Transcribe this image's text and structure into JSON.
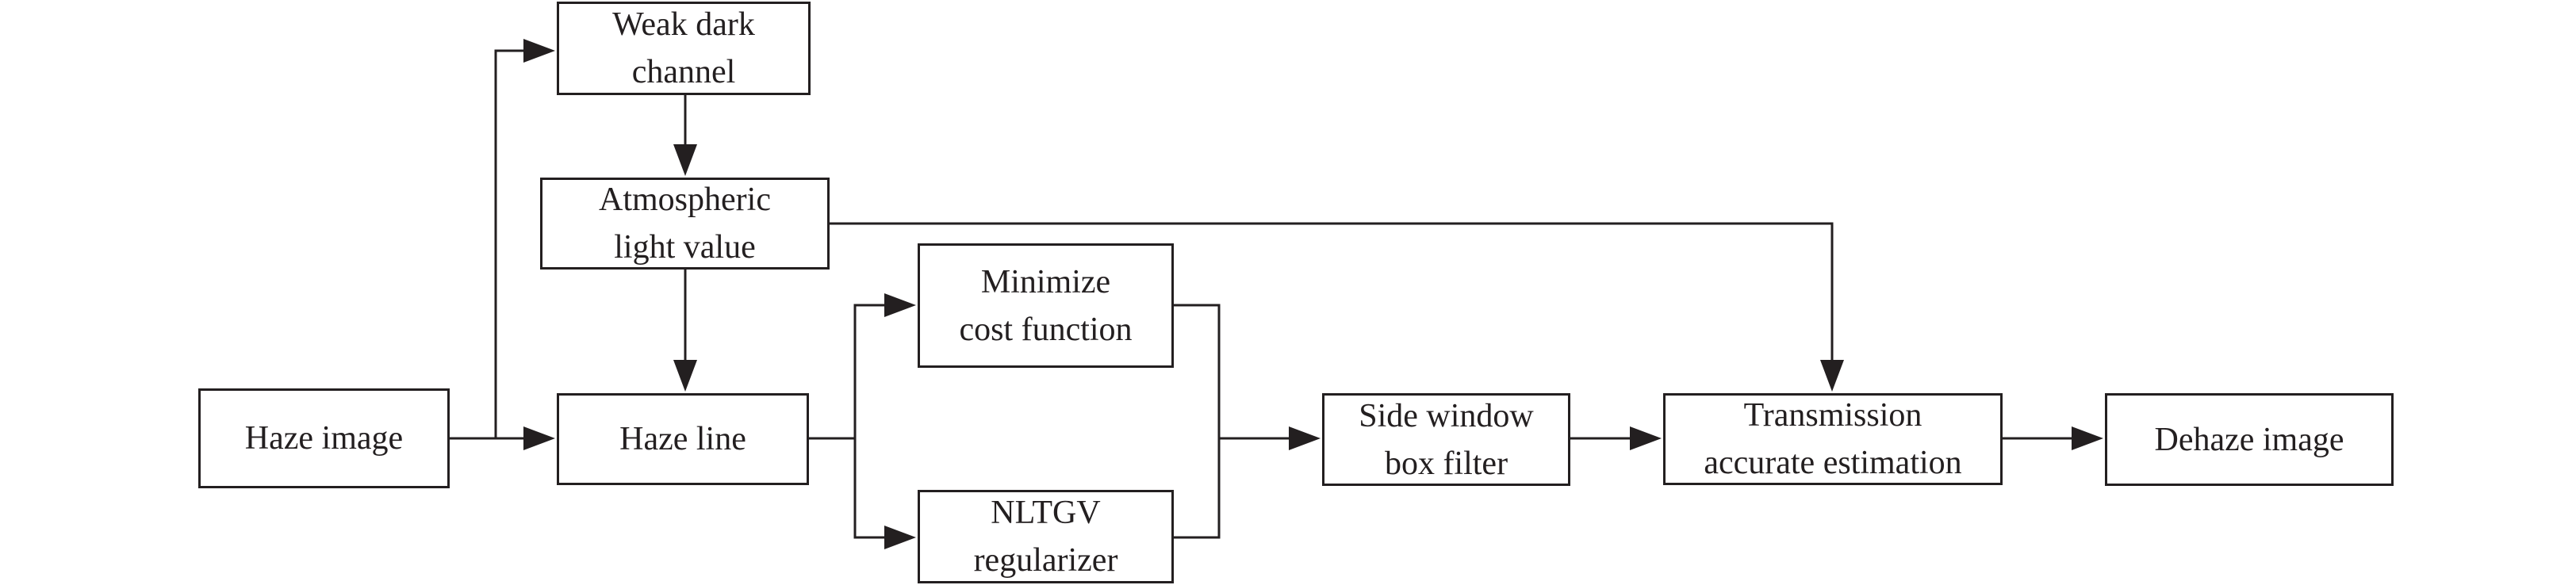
{
  "nodes": {
    "haze_image": {
      "lines": [
        "Haze image"
      ]
    },
    "weak_dark_channel": {
      "lines": [
        "Weak dark",
        "channel"
      ]
    },
    "atmospheric_light": {
      "lines": [
        "Atmospheric",
        "light value"
      ]
    },
    "haze_line": {
      "lines": [
        "Haze line"
      ]
    },
    "minimize_cost": {
      "lines": [
        "Minimize",
        "cost function"
      ]
    },
    "nltgv": {
      "lines": [
        "NLTGV",
        "regularizer"
      ]
    },
    "side_window": {
      "lines": [
        "Side window",
        "box filter"
      ]
    },
    "transmission": {
      "lines": [
        "Transmission",
        "accurate estimation"
      ]
    },
    "dehaze_image": {
      "lines": [
        "Dehaze image"
      ]
    }
  },
  "edges": [
    {
      "from": "Haze image",
      "to": "Weak dark channel"
    },
    {
      "from": "Haze image",
      "to": "Haze line"
    },
    {
      "from": "Weak dark channel",
      "to": "Atmospheric light value"
    },
    {
      "from": "Atmospheric light value",
      "to": "Haze line"
    },
    {
      "from": "Atmospheric light value",
      "to": "Transmission accurate estimation"
    },
    {
      "from": "Haze line",
      "to": "Minimize cost function"
    },
    {
      "from": "Haze line",
      "to": "NLTGV regularizer"
    },
    {
      "from": "Minimize cost function",
      "to": "Side window box filter"
    },
    {
      "from": "NLTGV regularizer",
      "to": "Side window box filter"
    },
    {
      "from": "Side window box filter",
      "to": "Transmission accurate estimation"
    },
    {
      "from": "Transmission accurate estimation",
      "to": "Dehaze image"
    }
  ],
  "colors": {
    "stroke": "#231f20",
    "background": "#ffffff"
  }
}
